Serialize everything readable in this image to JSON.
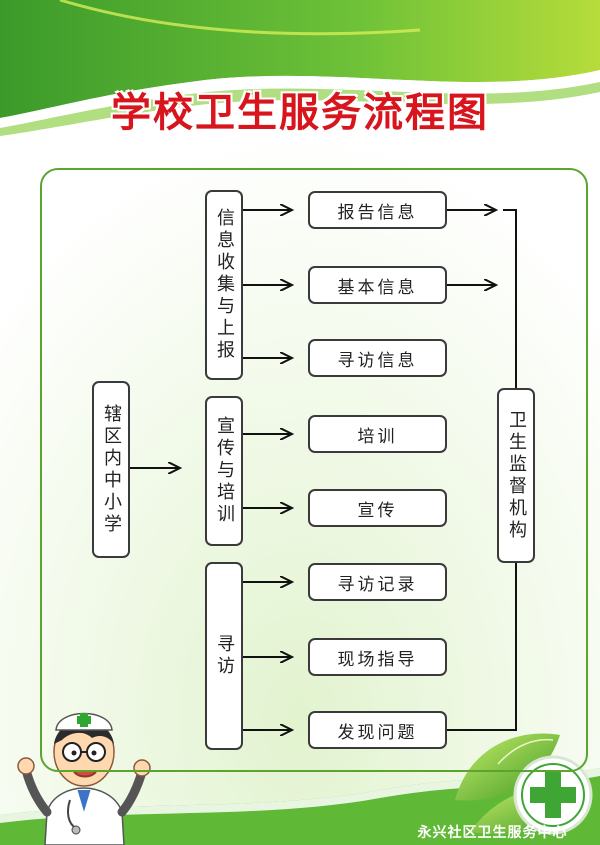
{
  "title": "学校卫生服务流程图",
  "source": "辖区内中小学",
  "groups": [
    {
      "label": "信息收集与上报",
      "items": [
        "报告信息",
        "基本信息",
        "寻访信息"
      ]
    },
    {
      "label": "宣传与培训",
      "items": [
        "培训",
        "宣传"
      ]
    },
    {
      "label": "寻访",
      "items": [
        "寻访记录",
        "现场指导",
        "发现问题"
      ]
    }
  ],
  "target": "卫生监督机构",
  "footer": "永兴社区卫生服务中心",
  "colors": {
    "title": "#d8141c",
    "green": "#5aa52e",
    "cross": "#3fa535"
  }
}
